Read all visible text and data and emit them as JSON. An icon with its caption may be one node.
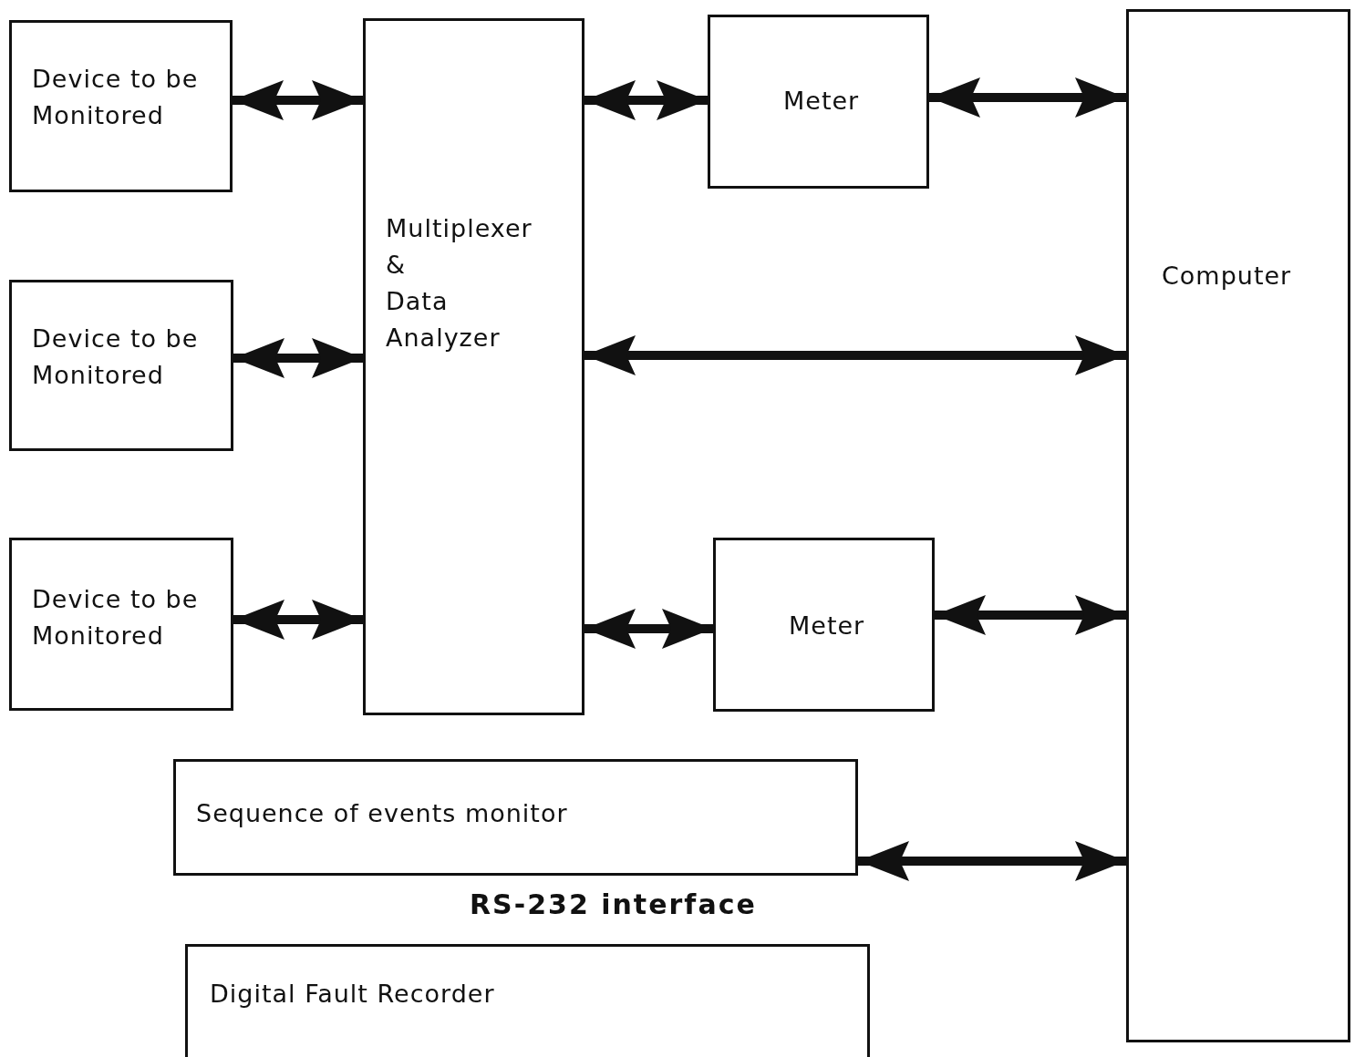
{
  "diagram": {
    "nodes": [
      {
        "text": [
          "Device to be Monitored"
        ]
      },
      {
        "text": [
          "Device to be Monitored"
        ]
      },
      {
        "text": [
          "Device to be Monitored"
        ]
      },
      {
        "text": [
          "Multiplexer & Data Analyzer"
        ]
      },
      {
        "text": [
          "Meter"
        ]
      },
      {
        "text": [
          "Computer"
        ]
      },
      {
        "text": [
          "Meter"
        ]
      },
      {
        "text": [
          "Sequence of events monitor"
        ]
      },
      {
        "text": [
          "Digital Fault Recorder"
        ]
      }
    ],
    "edges": [
      {
        "from": 0,
        "to": 3,
        "arrow": "both"
      },
      {
        "from": 1,
        "to": 3,
        "arrow": "both"
      },
      {
        "from": 2,
        "to": 3,
        "arrow": "both"
      },
      {
        "from": 3,
        "to": 4,
        "arrow": "both"
      },
      {
        "from": 4,
        "to": 5,
        "arrow": "both"
      },
      {
        "from": 3,
        "to": 5,
        "arrow": "both"
      },
      {
        "from": 3,
        "to": 6,
        "arrow": "both"
      },
      {
        "from": 6,
        "to": 5,
        "arrow": "both"
      },
      {
        "from": 7,
        "to": 5,
        "arrow": "both"
      }
    ],
    "labels": [
      "RS-232 interface"
    ]
  }
}
